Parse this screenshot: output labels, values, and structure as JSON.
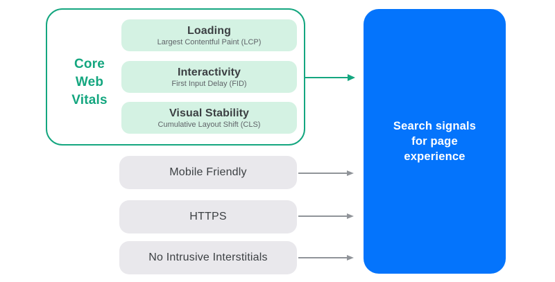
{
  "core_web_vitals": {
    "label_lines": [
      "Core",
      "Web",
      "Vitals"
    ],
    "pills": [
      {
        "title": "Loading",
        "subtitle": "Largest Contentful Paint (LCP)"
      },
      {
        "title": "Interactivity",
        "subtitle": "First Input Delay (FID)"
      },
      {
        "title": "Visual Stability",
        "subtitle": "Cumulative Layout Shift (CLS)"
      }
    ]
  },
  "other_signals": {
    "pills": [
      {
        "label": "Mobile Friendly"
      },
      {
        "label": "HTTPS"
      },
      {
        "label": "No Intrusive Interstitials"
      }
    ]
  },
  "search_signals": {
    "lines": [
      "Search signals",
      "for page",
      "experience"
    ]
  },
  "colors": {
    "teal": "#14a67f",
    "mint_pill": "#d4f2e3",
    "gray_pill": "#e9e8ec",
    "blue_box": "#0474fc",
    "pill_title_text": "#3c4043",
    "pill_subtitle_text": "#5f6368",
    "gray_arrow": "#909499",
    "blue_box_text": "#ffffff"
  }
}
